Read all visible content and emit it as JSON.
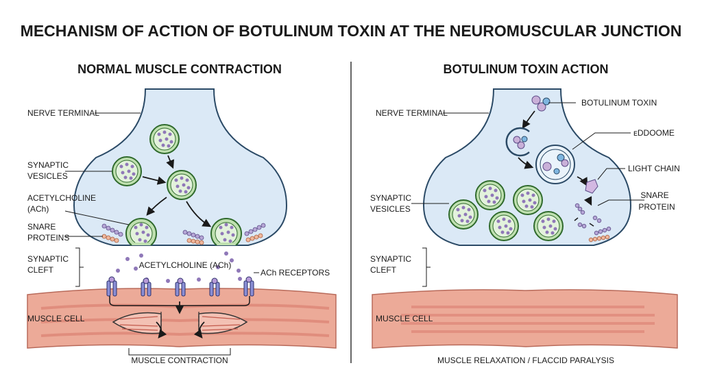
{
  "title": "MECHANISM OF ACTION OF BOTULINUM TOXIN AT THE NEUROMUSCULAR JUNCTION",
  "left_panel": {
    "title": "NORMAL MUSCLE CONTRACTION",
    "labels": {
      "nerve_terminal": "NERVE TERMINAL",
      "synaptic_vesicles_1": "SYNAPTIC",
      "synaptic_vesicles_2": "VESICLES",
      "acetylcholine_1": "ACETYLCHOLINE",
      "acetylcholine_2": "(ACh)",
      "snare_1": "SNARE",
      "snare_2": "PROTEINS",
      "cleft_1": "SYNAPTIC",
      "cleft_2": "CLEFT",
      "ach_center": "ACETYLCHOLINE (ACh)",
      "ach_receptors": "ACh RECEPTORS",
      "muscle_cell": "MUSCLE CELL",
      "caption": "MUSCLE CONTRACTION"
    }
  },
  "right_panel": {
    "title": "BOTULINUM TOXIN ACTION",
    "labels": {
      "nerve_terminal": "NERVE TERMINAL",
      "botulinum_toxin": "BOTULINUM TOXIN",
      "endosome": "ᴇDDOOME",
      "light_chain": "LIGHT CHAIN",
      "snare_1": "SNARE",
      "snare_2": "PROTEIN",
      "synaptic_vesicles_1": "SYNAPTIC",
      "synaptic_vesicles_2": "VESICLES",
      "cleft_1": "SYNAPTIC",
      "cleft_2": "CLEFT",
      "muscle_cell": "MUSCLE CELL",
      "caption": "MUSCLE RELAXATION / FLACCID PARALYSIS"
    }
  },
  "colors": {
    "terminal_fill": "#dbe9f6",
    "terminal_stroke": "#2b4a66",
    "vesicle_fill": "#bfe0b0",
    "vesicle_stroke": "#2f6a2c",
    "acetylcholine": "#8f78b8",
    "muscle": "#ecaa98",
    "muscle_stripe": "#dc8072",
    "toxin": "#c9b0d8"
  }
}
